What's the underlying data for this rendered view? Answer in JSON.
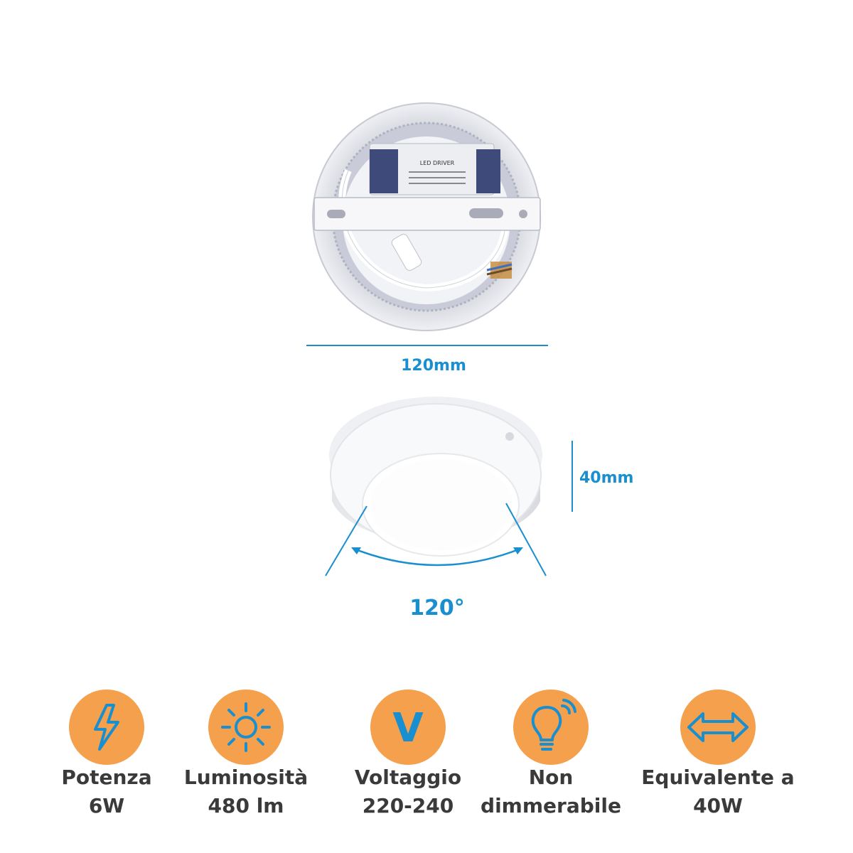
{
  "product": {
    "top_view_driver_label": "LED DRIVER",
    "width_label": "120mm",
    "height_label": "40mm",
    "angle_label": "120°"
  },
  "features": [
    {
      "icon": "lightning-icon",
      "line1": "Potenza",
      "line2": "6W"
    },
    {
      "icon": "sun-icon",
      "line1": "Luminosità",
      "line2": "480 lm"
    },
    {
      "icon": "voltage-v-icon",
      "line1": "Voltaggio",
      "line2": "220-240"
    },
    {
      "icon": "bulb-signal-icon",
      "line1": "Non",
      "line2": "dimmerabile"
    },
    {
      "icon": "double-arrow-icon",
      "line1": "Equivalente a",
      "line2": "40W"
    }
  ],
  "colors": {
    "accent_blue": "#1a8fd0",
    "badge_orange": "#f5a04c",
    "icon_blue": "#1a8fd0",
    "text_dark": "#3a3a3a"
  }
}
